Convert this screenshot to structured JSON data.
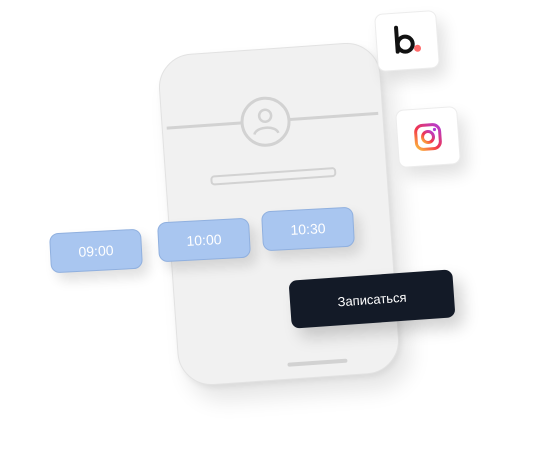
{
  "time_slots": [
    "09:00",
    "10:00",
    "10:30"
  ],
  "cta": {
    "label": "Записаться"
  },
  "apps": [
    {
      "icon": "brand-b-icon"
    },
    {
      "icon": "instagram-icon"
    }
  ],
  "colors": {
    "chip_fill": "#a9c6f0",
    "cta_fill": "#131a27",
    "phone_fill": "#f1f1f1",
    "accent_dot": "#ff6b6b"
  }
}
